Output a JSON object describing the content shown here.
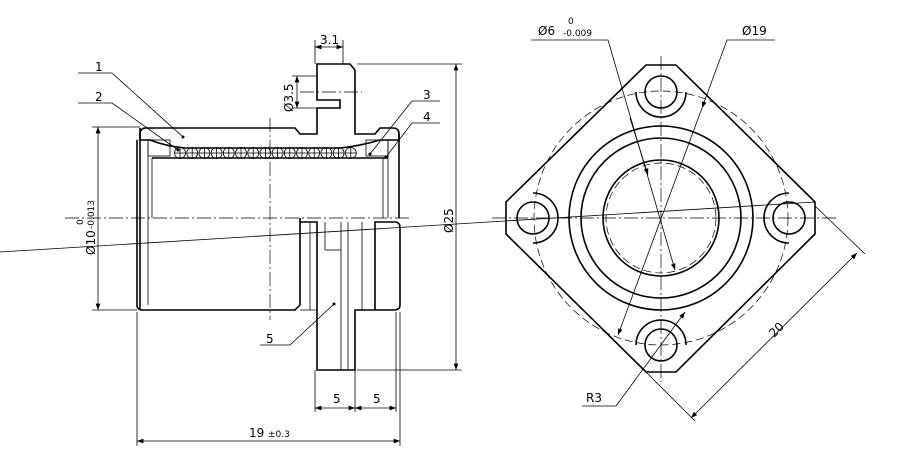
{
  "drawing": {
    "side_view": {
      "balloons": [
        "1",
        "2",
        "3",
        "4",
        "5"
      ],
      "dims": {
        "flange_width": "3.1",
        "hole_dia": "Ø3.5",
        "outer_dia": "Ø25",
        "bore_dia": "Ø10",
        "bore_tol_upper": "0",
        "bore_tol_lower": "-0.013",
        "step_a": "5",
        "step_b": "5",
        "length": "19",
        "length_tol": "±0.3"
      }
    },
    "front_view": {
      "dims": {
        "pilot_dia": "Ø6",
        "pilot_tol_upper": "0",
        "pilot_tol_lower": "-0.009",
        "bolt_circle": "Ø19",
        "radius": "R3",
        "square": "20"
      }
    }
  }
}
